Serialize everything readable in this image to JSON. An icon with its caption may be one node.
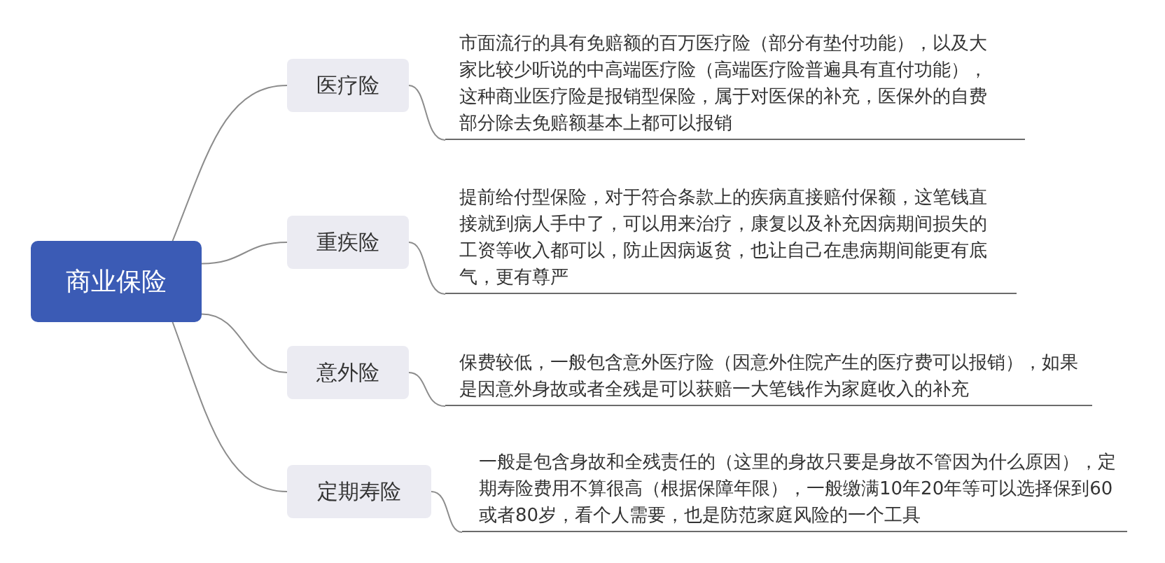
{
  "diagram": {
    "nodes": [
      {
        "text": [
          "商业保险"
        ]
      },
      {
        "text": [
          "医疗险"
        ]
      },
      {
        "text": [
          "市面流行的具有免赔额的百万医疗险（部分有垫付功能），以及大家比较少听说的中高端医疗险（高端医疗险普遍具有直付功能），这种商业医疗险是报销型保险，属于对医保的补充，医保外的自费部分除去免赔额基本上都可以报销"
        ]
      },
      {
        "text": [
          "重疾险"
        ]
      },
      {
        "text": [
          "提前给付型保险，对于符合条款上的疾病直接赔付保额，这笔钱直接就到病人手中了，可以用来治疗，康复以及补充因病期间损失的工资等收入都可以，防止因病返贫，也让自己在患病期间能更有底气，更有尊严"
        ]
      },
      {
        "text": [
          "意外险"
        ]
      },
      {
        "text": [
          "保费较低，一般包含意外医疗险（因意外住院产生的医疗费可以报销），如果是因意外身故或者全残是可以获赔一大笔钱作为家庭收入的补充"
        ]
      },
      {
        "text": [
          "定期寿险"
        ]
      },
      {
        "text": [
          "一般是包含身故和全残责任的（这里的身故只要是身故不管因为什么原因），定期寿险费用不算很高（根据保障年限），一般缴满10年20年等可以选择保到60或者80岁，看个人需要，也是防范家庭风险的一个工具"
        ]
      }
    ],
    "edges": [
      {
        "from": 0,
        "to": 1,
        "arrow": "none"
      },
      {
        "from": 1,
        "to": 2,
        "arrow": "none"
      },
      {
        "from": 0,
        "to": 3,
        "arrow": "none"
      },
      {
        "from": 3,
        "to": 4,
        "arrow": "none"
      },
      {
        "from": 0,
        "to": 5,
        "arrow": "none"
      },
      {
        "from": 5,
        "to": 6,
        "arrow": "none"
      },
      {
        "from": 0,
        "to": 7,
        "arrow": "none"
      },
      {
        "from": 7,
        "to": 8,
        "arrow": "none"
      }
    ]
  }
}
